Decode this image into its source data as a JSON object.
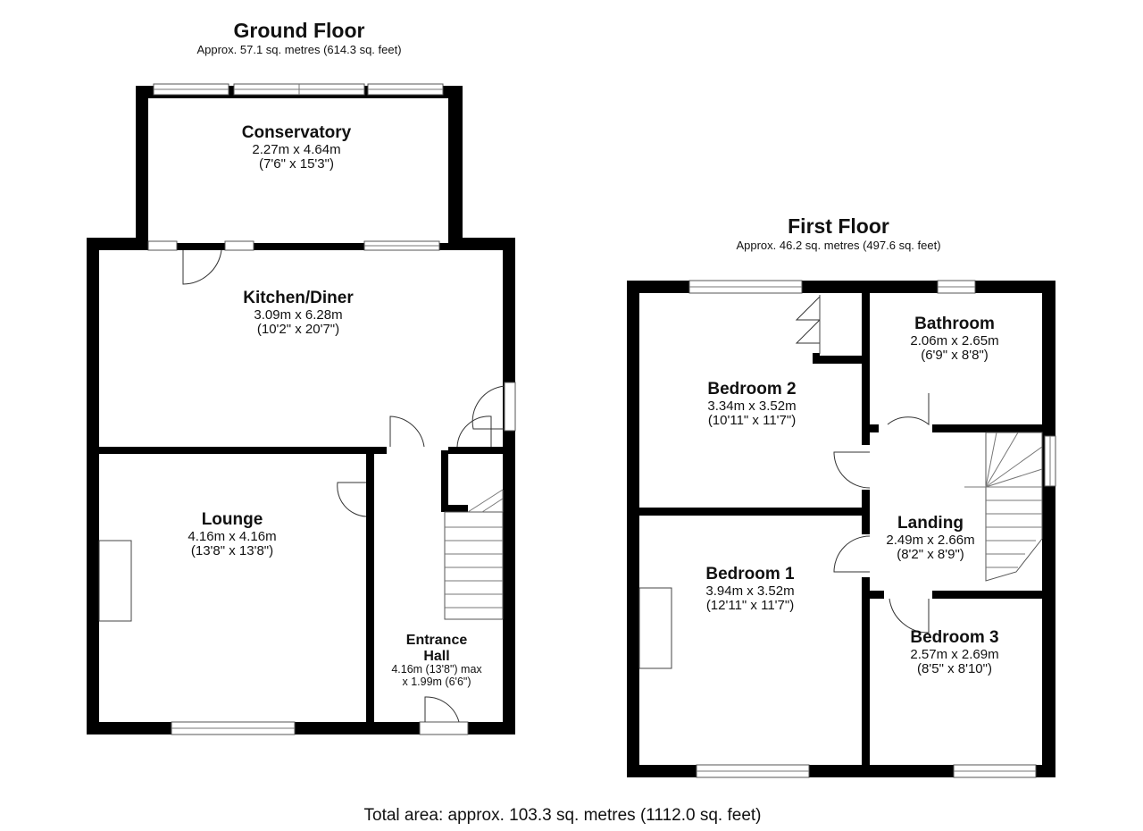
{
  "ground_floor": {
    "title": "Ground Floor",
    "area": "Approx. 57.1 sq. metres (614.3 sq. feet)",
    "rooms": [
      {
        "name": "Conservatory",
        "dims_m": "2.27m x 4.64m",
        "dims_ft": "(7'6\" x 15'3\")"
      },
      {
        "name": "Kitchen/Diner",
        "dims_m": "3.09m x 6.28m",
        "dims_ft": "(10'2\" x 20'7\")"
      },
      {
        "name": "Lounge",
        "dims_m": "4.16m x 4.16m",
        "dims_ft": "(13'8\" x 13'8\")"
      },
      {
        "name_line1": "Entrance",
        "name_line2": "Hall",
        "dims_line1": "4.16m (13'8\") max",
        "dims_line2": "x 1.99m (6'6\")"
      }
    ]
  },
  "first_floor": {
    "title": "First Floor",
    "area": "Approx. 46.2 sq. metres (497.6 sq. feet)",
    "rooms": [
      {
        "name": "Bedroom 2",
        "dims_m": "3.34m x 3.52m",
        "dims_ft": "(10'11\" x 11'7\")"
      },
      {
        "name": "Bathroom",
        "dims_m": "2.06m x 2.65m",
        "dims_ft": "(6'9\" x 8'8\")"
      },
      {
        "name": "Landing",
        "dims_m": "2.49m x 2.66m",
        "dims_ft": "(8'2\" x 8'9\")"
      },
      {
        "name": "Bedroom 1",
        "dims_m": "3.94m x 3.52m",
        "dims_ft": "(12'11\" x 11'7\")"
      },
      {
        "name": "Bedroom 3",
        "dims_m": "2.57m x 2.69m",
        "dims_ft": "(8'5\" x 8'10\")"
      }
    ]
  },
  "total_area": "Total area: approx. 103.3 sq. metres (1112.0 sq. feet)"
}
